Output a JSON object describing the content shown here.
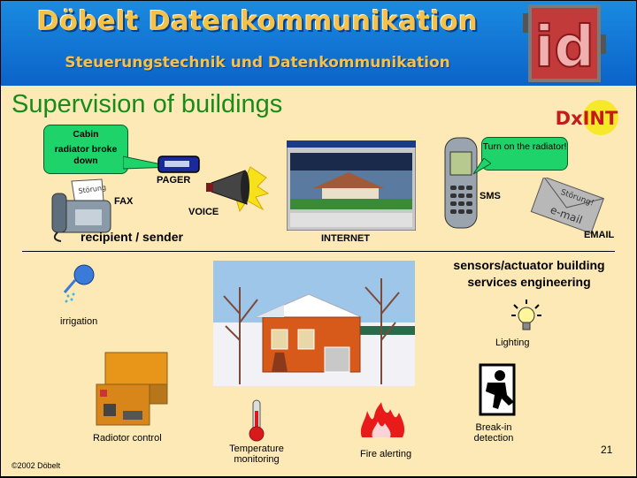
{
  "header": {
    "company": "Döbelt Datenkommunikation",
    "tagline": "Steuerungstechnik und Datenkommunikation",
    "logo_text": "id"
  },
  "title": "Supervision of buildings",
  "brand": {
    "dxint": "DxINT"
  },
  "communication": {
    "pager_bubble_line1": "Cabin",
    "pager_bubble_line2": "radiator broke down",
    "pager": "PAGER",
    "fax": "FAX",
    "voice": "VOICE",
    "internet": "INTERNET",
    "sms_bubble": "Turn on the radiator!",
    "sms": "SMS",
    "email": "EMAIL",
    "envelope_text1": "Störung!",
    "envelope_text2": "e-mail",
    "recipient": "recipient / sender"
  },
  "sensors": {
    "heading_line1": "sensors/actuator building",
    "heading_line2": "services engineering",
    "irrigation": "irrigation",
    "lighting": "Lighting",
    "radiator": "Radiotor control",
    "temperature_line1": "Temperature",
    "temperature_line2": "monitoring",
    "fire": "Fire alerting",
    "breakin_line1": "Break-in",
    "breakin_line2": "detection"
  },
  "footer": {
    "copyright": "©2002 Döbelt",
    "page": "21"
  },
  "colors": {
    "background": "#fde9b5",
    "header": "#0b63c9",
    "title": "#1a8a1a",
    "bubble": "#1fd36b",
    "accent": "#f4c24a"
  }
}
